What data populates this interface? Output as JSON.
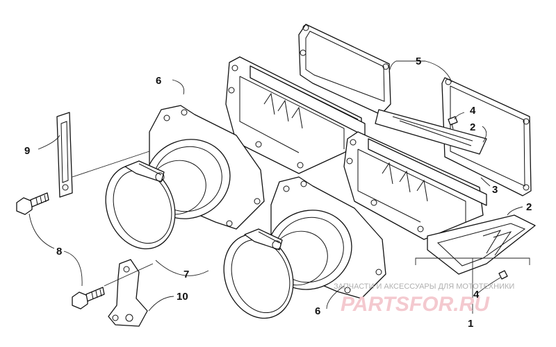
{
  "callouts": [
    {
      "id": "c1",
      "text": "1"
    },
    {
      "id": "c2a",
      "text": "2"
    },
    {
      "id": "c2b",
      "text": "2"
    },
    {
      "id": "c3",
      "text": "3"
    },
    {
      "id": "c4a",
      "text": "4"
    },
    {
      "id": "c4b",
      "text": "4"
    },
    {
      "id": "c5",
      "text": "5"
    },
    {
      "id": "c6a",
      "text": "6"
    },
    {
      "id": "c6b",
      "text": "6"
    },
    {
      "id": "c7",
      "text": "7"
    },
    {
      "id": "c8",
      "text": "8"
    },
    {
      "id": "c9",
      "text": "9"
    },
    {
      "id": "c10",
      "text": "10"
    }
  ],
  "watermark": {
    "caption": "ЗАПЧАСТИ И АКСЕССУАРЫ ДЛЯ МОТОТЕХНИКИ",
    "logo": "PARTSFOR.RU"
  }
}
